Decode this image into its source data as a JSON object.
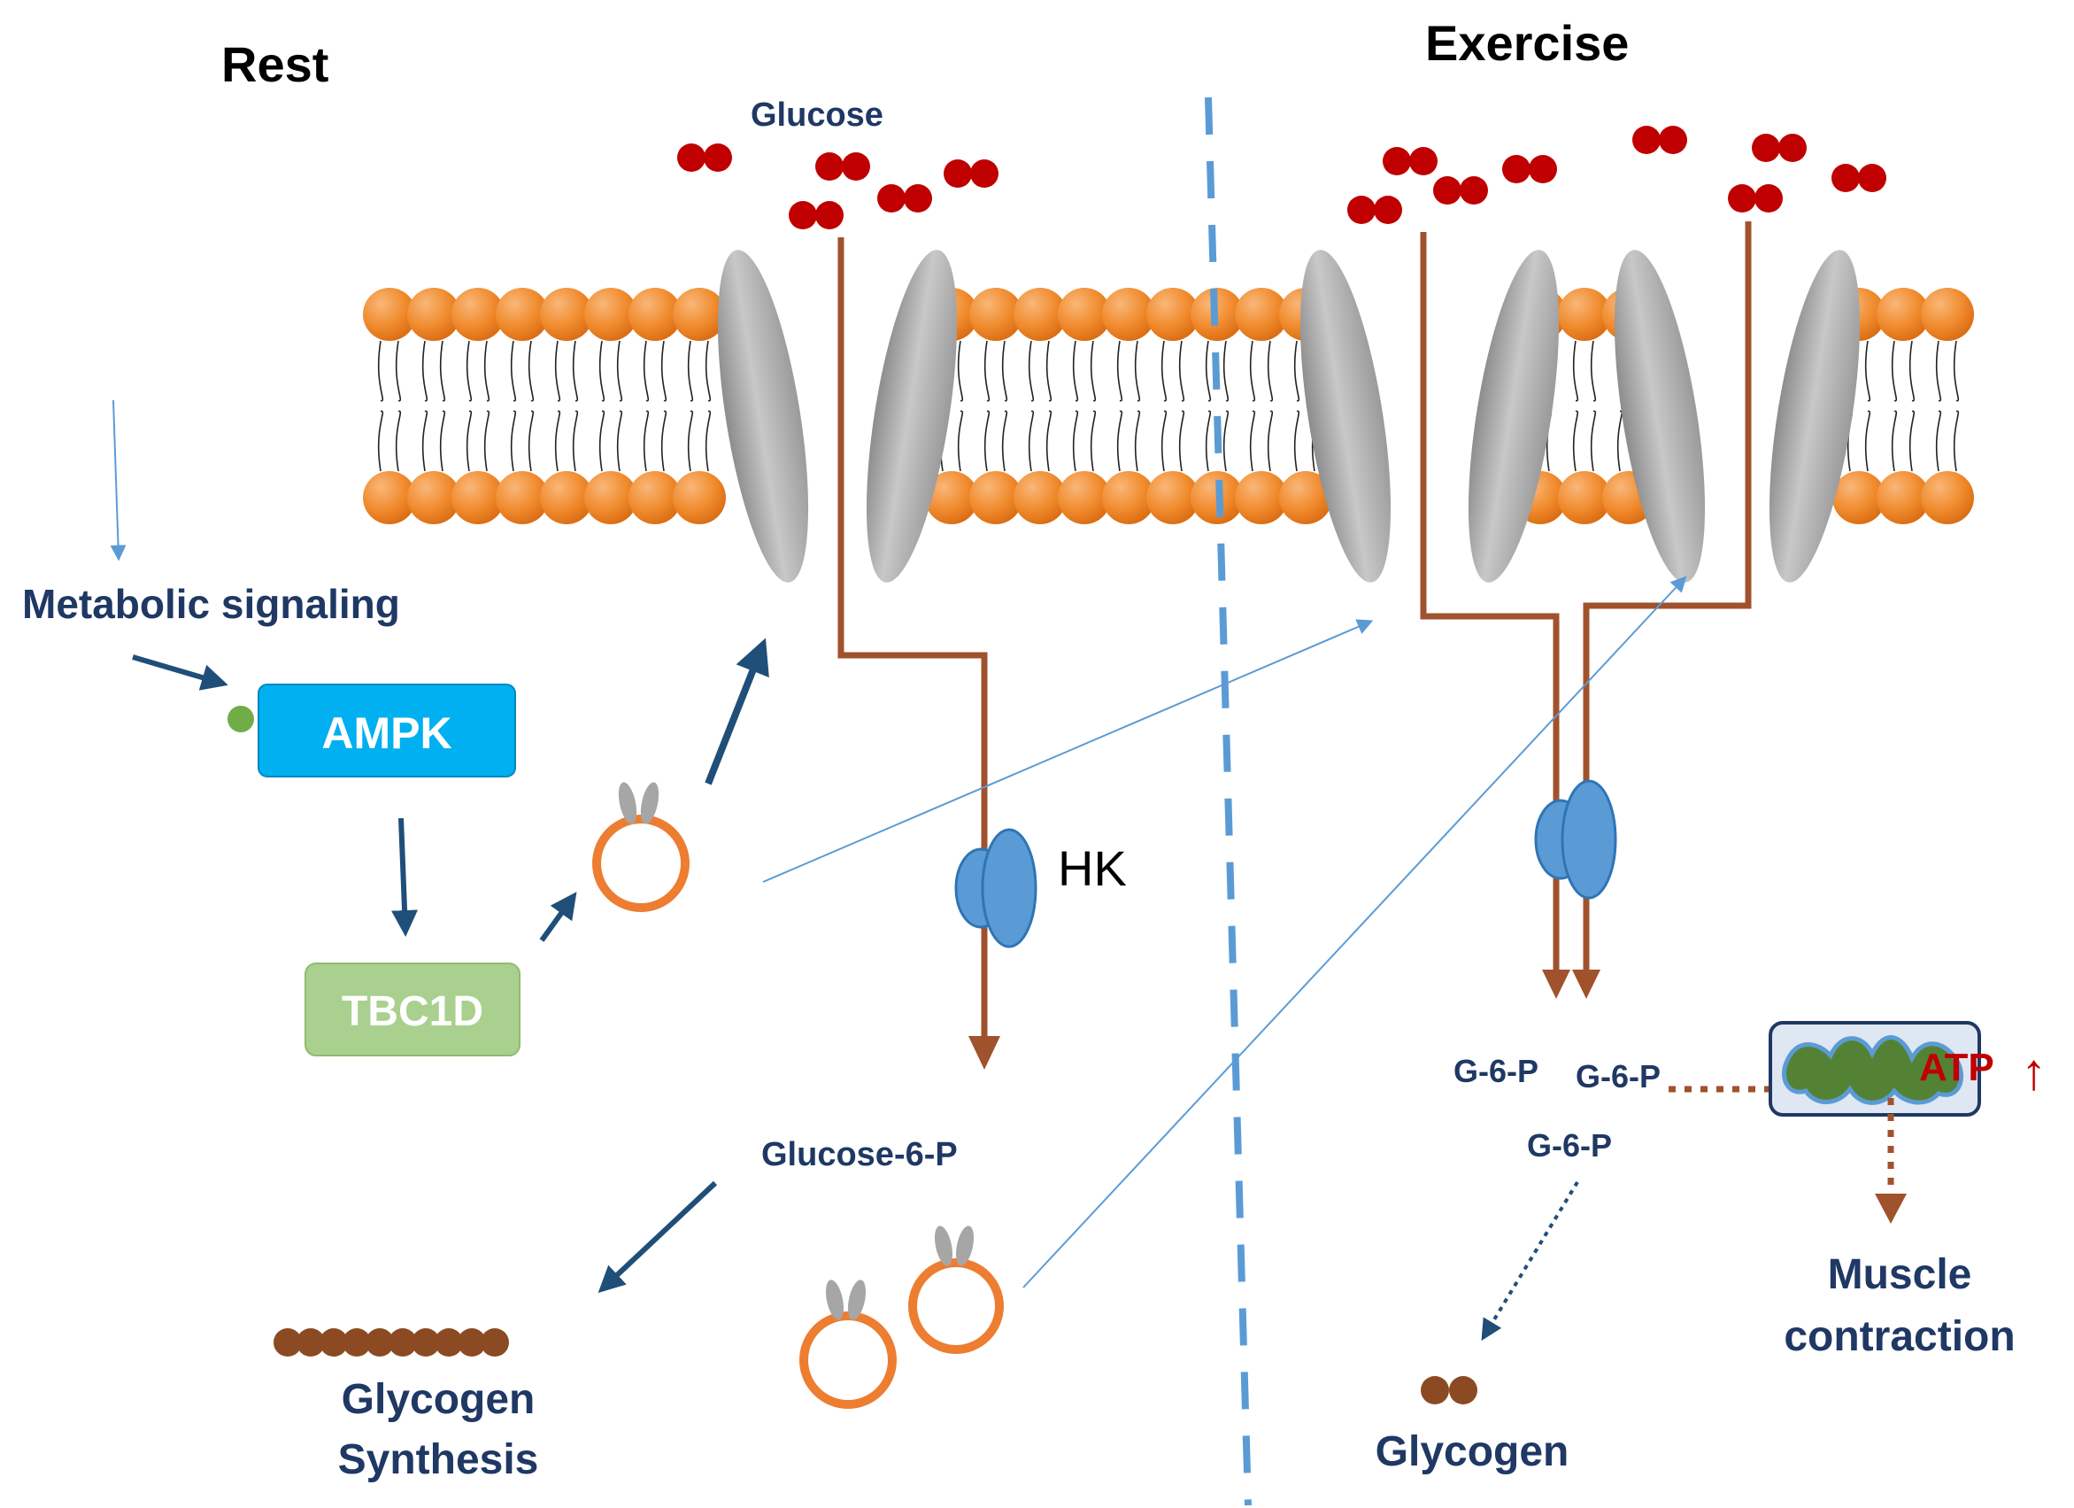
{
  "panels": {
    "rest_title": "Rest",
    "exercise_title": "Exercise"
  },
  "labels": {
    "glucose": "Glucose",
    "metabolic_signaling": "Metabolic signaling",
    "ampk": "AMPK",
    "tbc1d": "TBC1D",
    "hk": "HK",
    "glucose_6_p": "Glucose-6-P",
    "glycogen_synthesis_line1": "Glycogen",
    "glycogen_synthesis_line2": "Synthesis",
    "g6p_a": "G-6-P",
    "g6p_b": "G-6-P",
    "g6p_c": "G-6-P",
    "atp": "ATP",
    "atp_arrow": "↑",
    "muscle_line1": "Muscle",
    "muscle_line2": "contraction",
    "glycogen": "Glycogen"
  },
  "colors": {
    "lipid_head": "#f08a2c",
    "transporter": "#a6a6a6",
    "pathway": "#a0522d",
    "hexokinase": "#5b9bd5",
    "ampk_box": "#00b0f0",
    "tbc1d_box": "#a9d08e",
    "glucose": "#c00000",
    "glycogen": "#8b4a22",
    "text_navy": "#1f3864",
    "divider": "#5b9bd5",
    "atp": "#c00000"
  },
  "icons": {
    "glucose_pair": "red-double-dot",
    "transporter": "gray-ellipse",
    "vesicle": "orange-ring-with-transporter",
    "hexokinase": "blue-double-oval",
    "mitochondrion": "green-mitochondrion"
  }
}
